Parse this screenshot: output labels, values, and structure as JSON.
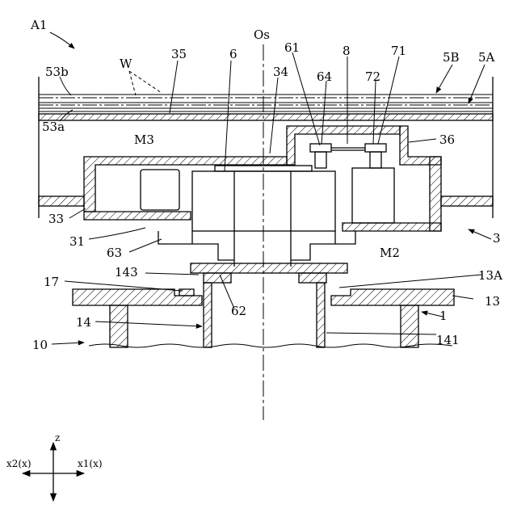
{
  "labels": {
    "a1": "A1",
    "os": "Os",
    "w": "W",
    "n35": "35",
    "n6": "6",
    "n34": "34",
    "n61": "61",
    "n8": "8",
    "n71": "71",
    "n5b": "5B",
    "n5a": "5A",
    "n53b": "53b",
    "n53a": "53a",
    "n64": "64",
    "n72": "72",
    "m3": "M3",
    "n36": "36",
    "n33": "33",
    "n31": "31",
    "n63": "63",
    "m2": "M2",
    "n3": "3",
    "n143": "143",
    "n13a": "13A",
    "n17": "17",
    "n13": "13",
    "n62": "62",
    "n14": "14",
    "n1": "1",
    "n10": "10",
    "n141": "141"
  },
  "axes": {
    "z": "z",
    "x1": "x1(x)",
    "x2": "x2(x)"
  }
}
